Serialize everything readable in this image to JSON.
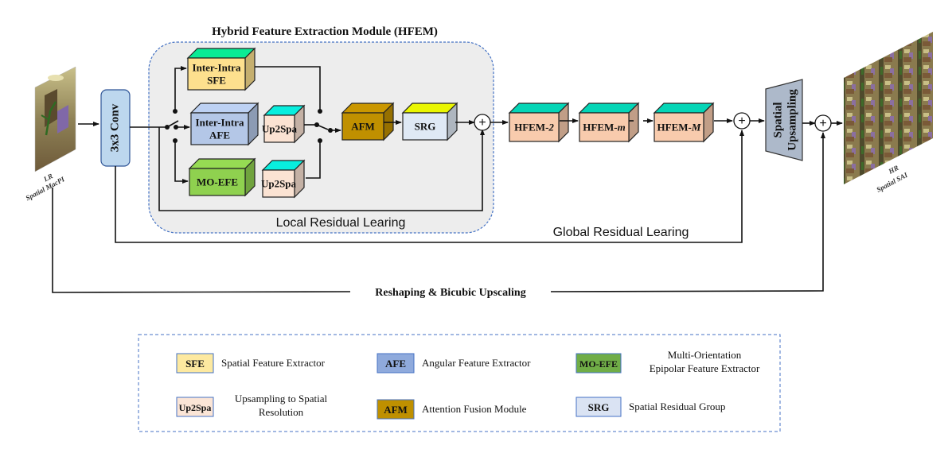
{
  "title": "Hybrid Feature Extraction Module (HFEM)",
  "input": {
    "line1": "LR",
    "line2": "Spatial MacPI"
  },
  "output": {
    "line1": "HR",
    "line2": "Spatial SAI"
  },
  "conv": {
    "label": "3x3 Conv"
  },
  "hfem_blocks": {
    "sfe": {
      "line1": "Inter-Intra",
      "line2": "SFE"
    },
    "afe": {
      "line1": "Inter-Intra",
      "line2": "AFE"
    },
    "moefe": {
      "label": "MO-EFE"
    },
    "up2spa_top": {
      "label": "Up2Spa"
    },
    "up2spa_bottom": {
      "label": "Up2Spa"
    },
    "afm": {
      "label": "AFM"
    },
    "srg": {
      "label": "SRG"
    }
  },
  "chain": [
    {
      "prefix": "HFEM-",
      "suffix": "2"
    },
    {
      "prefix": "HFEM-",
      "suffix": "m"
    },
    {
      "prefix": "HFEM-",
      "suffix": "M"
    }
  ],
  "upsampling": {
    "line1": "Spatial",
    "line2": "Upsampling"
  },
  "labels": {
    "local_residual": "Local Residual Learing",
    "global_residual": "Global Residual Learing",
    "reshaping": "Reshaping & Bicubic Upscaling",
    "sum_symbol": "+"
  },
  "legend": [
    {
      "abbr": "SFE",
      "desc1": "Spatial Feature Extractor",
      "desc2": "",
      "color": "#fde9a0"
    },
    {
      "abbr": "AFE",
      "desc1": "Angular Feature Extractor",
      "desc2": "",
      "color": "#8faadc"
    },
    {
      "abbr": "MO-EFE",
      "desc1": "Multi-Orientation",
      "desc2": "Epipolar Feature Extractor",
      "color": "#70ad47"
    },
    {
      "abbr": "Up2Spa",
      "desc1": "Upsampling to Spatial",
      "desc2": "Resolution",
      "color": "#fbe5d6"
    },
    {
      "abbr": "AFM",
      "desc1": "Attention Fusion Module",
      "desc2": "",
      "color": "#bf9000"
    },
    {
      "abbr": "SRG",
      "desc1": "Spatial Residual Group",
      "desc2": "",
      "color": "#dae3f3"
    }
  ],
  "colors": {
    "sfe": "#fde08e",
    "afe": "#b4c7e7",
    "moefe": "#8fd14f",
    "up2spa": "#fbe3d3",
    "afm": "#c09000",
    "srg": "#dfe9f5",
    "hfem": "#f8cbad",
    "conv": "#bdd7ee",
    "upsampling": "#adb9ca",
    "panel": "#ededed",
    "dash": "#4472c4"
  }
}
